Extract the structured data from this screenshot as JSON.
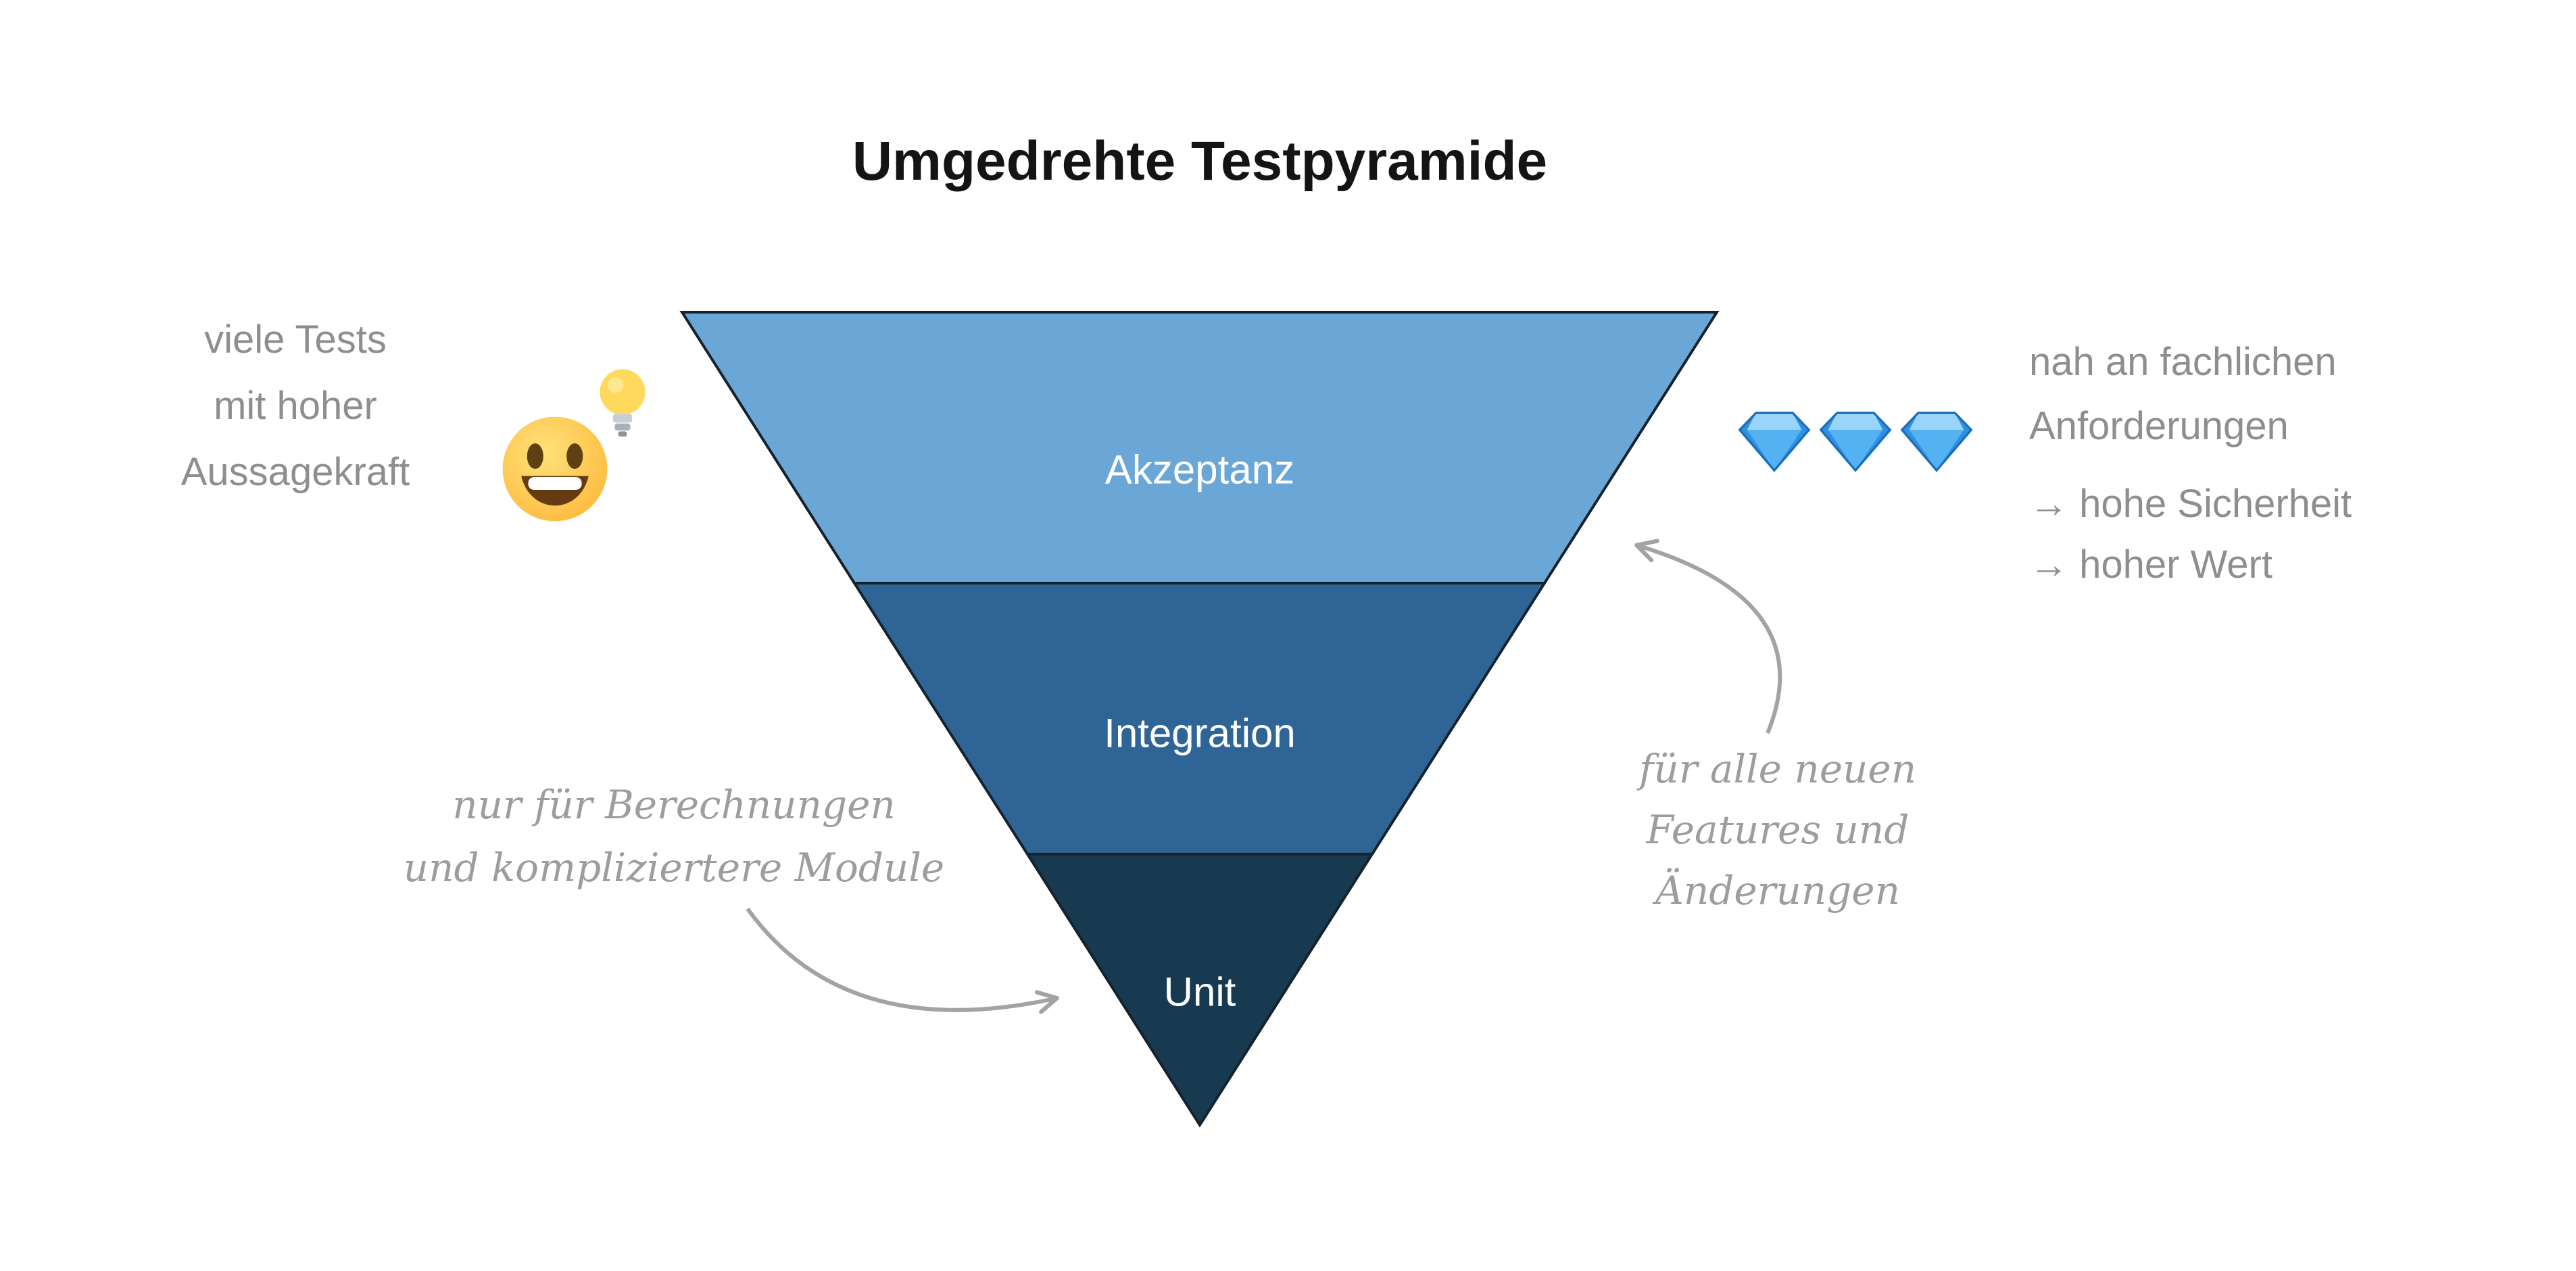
{
  "title": "Umgedrehte Testpyramide",
  "pyramid": {
    "layers": [
      {
        "label": "Akzeptanz",
        "color": "#6ba7d6"
      },
      {
        "label": "Integration",
        "color": "#2f6596"
      },
      {
        "label": "Unit",
        "color": "#173a50"
      }
    ]
  },
  "annotations": {
    "left_top": {
      "lines": [
        "viele Tests",
        "mit hoher",
        "Aussagekraft"
      ],
      "icon": "smiley-with-lightbulb"
    },
    "right_top": {
      "lines": [
        "nah an fachlichen",
        "Anforderungen"
      ],
      "bullets": [
        "→ hohe Sicherheit",
        "→ hoher Wert"
      ],
      "icon": "three-diamonds"
    },
    "left_bottom": {
      "lines": [
        "nur für Berechnungen",
        "und kompliziertere Module"
      ]
    },
    "right_bottom": {
      "lines": [
        "für alle neuen",
        "Features und",
        "Änderungen"
      ]
    }
  },
  "colors": {
    "annotation_text": "#8e8e8e",
    "handwriting_text": "#9d9d9d",
    "arrow": "#a3a3a3",
    "outline": "#15222e"
  }
}
